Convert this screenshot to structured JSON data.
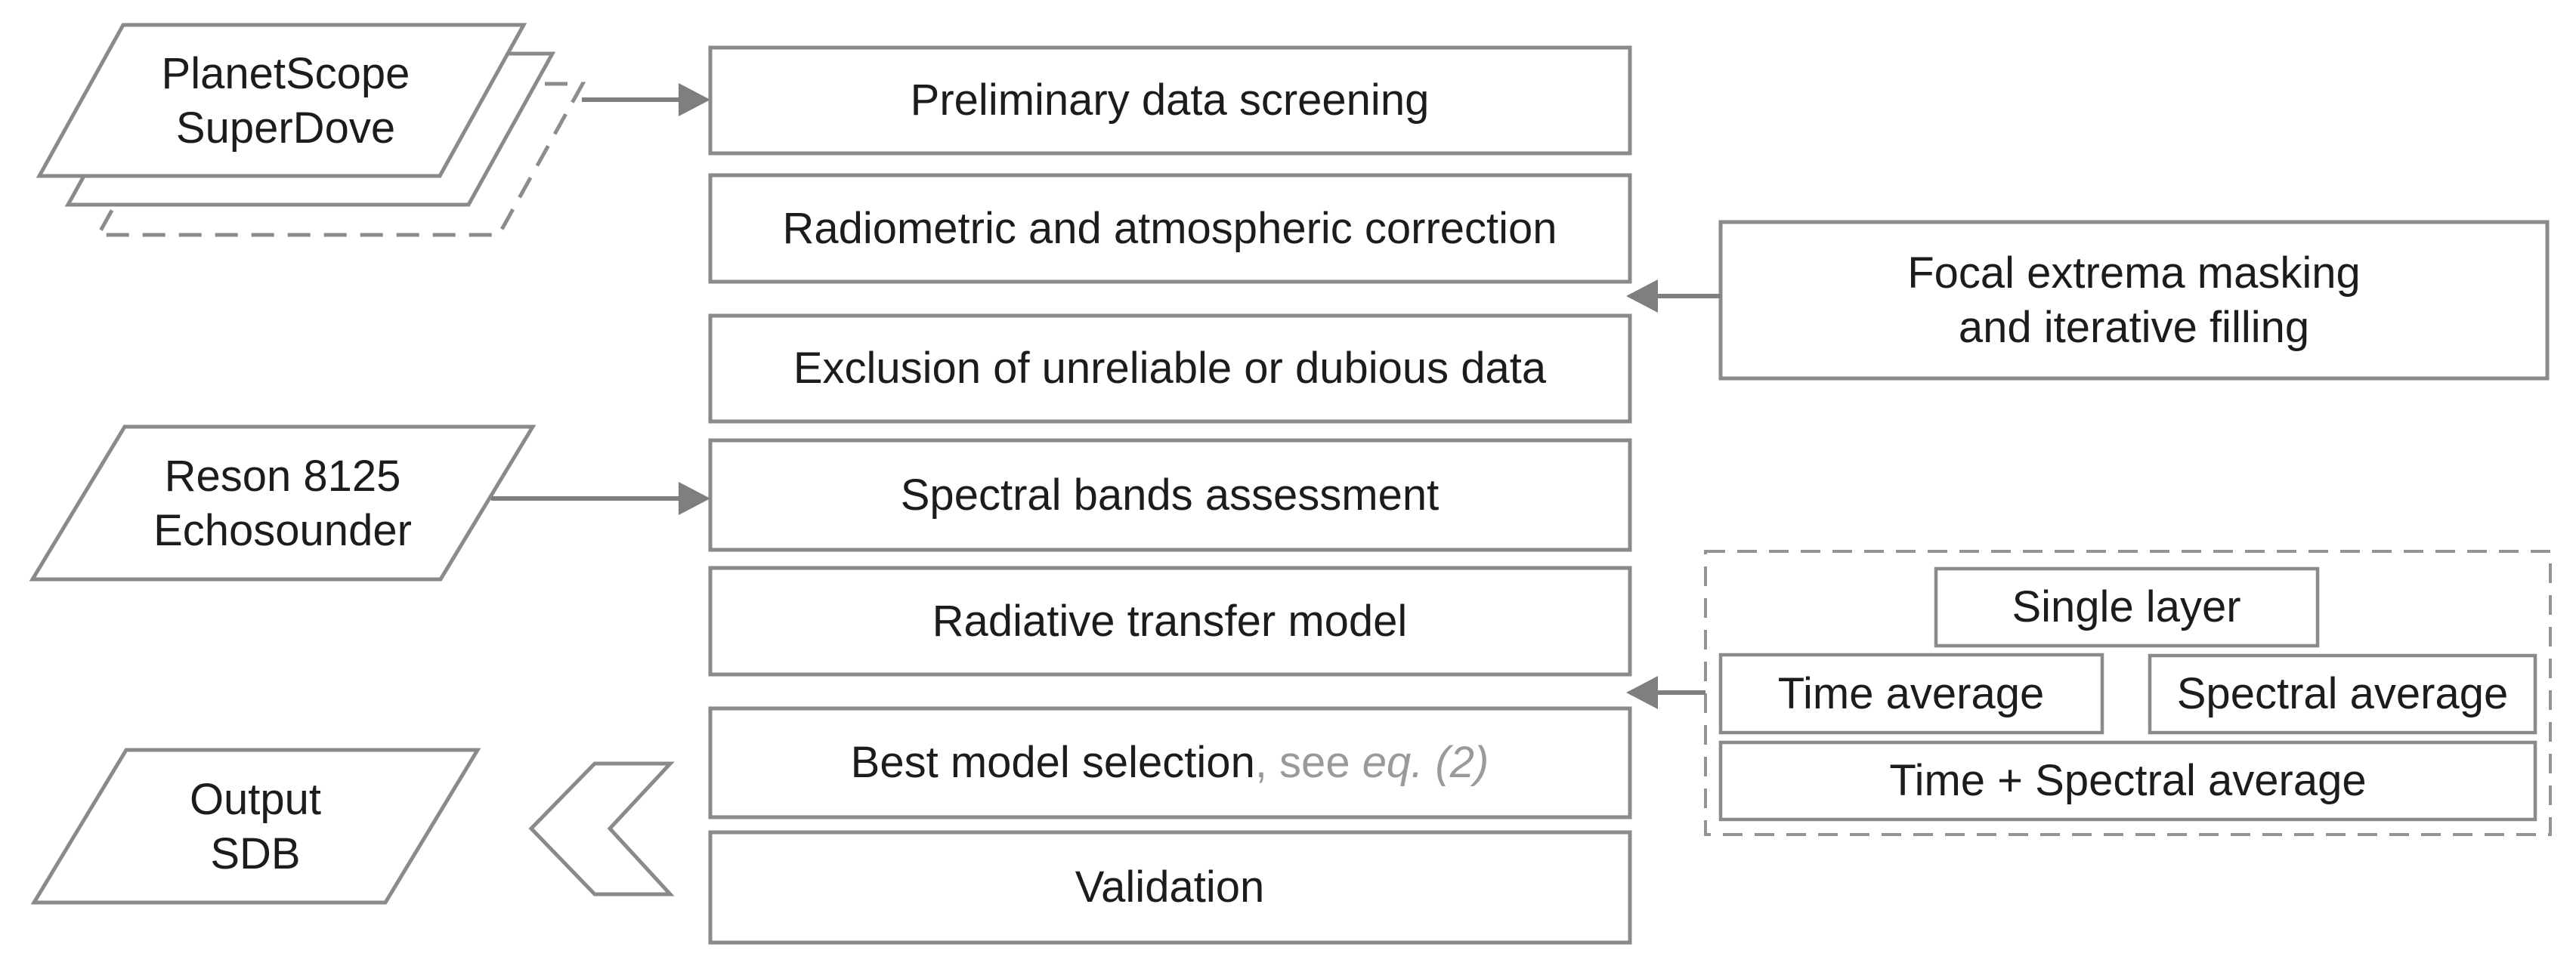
{
  "colors": {
    "border_gray": "#8a8a8a",
    "arrow_gray": "#7f7f7f",
    "text_dark": "#1c1c1c",
    "text_muted": "#9a9a9a"
  },
  "sources": {
    "planetscope": {
      "line1": "PlanetScope",
      "line2": "SuperDove"
    },
    "echosounder": {
      "line1": "Reson 8125",
      "line2": "Echosounder"
    },
    "output": {
      "line1": "Output",
      "line2": "SDB"
    }
  },
  "pipeline": {
    "steps": [
      "Preliminary data screening",
      "Radiometric and atmospheric correction",
      "Exclusion of unreliable or dubious data",
      "Spectral bands assessment",
      "Radiative transfer model",
      "Best model selection",
      "Validation"
    ],
    "best_model_suffix_plain": ", see ",
    "best_model_suffix_italic": "eq. (2)"
  },
  "side_boxes": {
    "focal": {
      "line1": "Focal extrema masking",
      "line2": "and iterative filling"
    },
    "options": {
      "single_layer": "Single layer",
      "time_average": "Time average",
      "spectral_average": "Spectral average",
      "time_spectral_average": "Time + Spectral average"
    }
  }
}
